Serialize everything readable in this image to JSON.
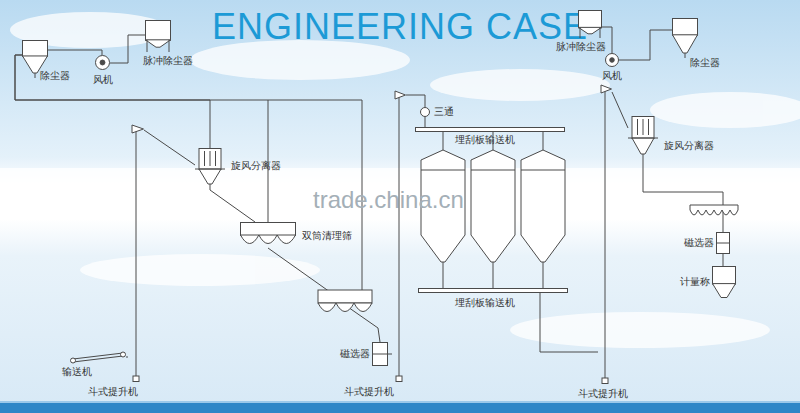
{
  "diagram": {
    "title": "ENGINEERING CASE",
    "nodes": [
      {
        "text": [
          "除尘器"
        ]
      },
      {
        "text": [
          "风机"
        ]
      },
      {
        "text": [
          "脉冲除尘器"
        ]
      },
      {
        "text": [
          "三通"
        ]
      },
      {
        "text": [
          "埋刮板输送机"
        ]
      },
      {
        "text": [
          "脉冲除尘器"
        ]
      },
      {
        "text": [
          "风机"
        ]
      },
      {
        "text": [
          "除尘器"
        ]
      },
      {
        "text": [
          "旋风分离器"
        ]
      },
      {
        "text": [
          "旋风分离器"
        ]
      },
      {
        "text": [
          "双筒清理筛"
        ]
      },
      {
        "text": [
          "磁选器"
        ]
      },
      {
        "text": [
          "计量称"
        ]
      },
      {
        "text": [
          "埋刮板输送机"
        ]
      },
      {
        "text": [
          "磁选器"
        ]
      },
      {
        "text": [
          "输送机"
        ]
      },
      {
        "text": [
          "斗式提升机"
        ]
      },
      {
        "text": [
          "斗式提升机"
        ]
      },
      {
        "text": [
          "斗式提升机"
        ]
      }
    ],
    "edges": [
      {
        "from": 0,
        "to": 1,
        "arrow": "none"
      },
      {
        "from": 1,
        "to": 2,
        "arrow": "none"
      },
      {
        "from": 5,
        "to": 6,
        "arrow": "none"
      },
      {
        "from": 6,
        "to": 7,
        "arrow": "none"
      },
      {
        "from": 15,
        "to": 16,
        "arrow": "none"
      },
      {
        "from": 16,
        "to": 8,
        "arrow": "none"
      },
      {
        "from": 8,
        "to": 10,
        "arrow": "none"
      },
      {
        "from": 8,
        "to": 0,
        "arrow": "none"
      },
      {
        "from": 10,
        "to": 0,
        "arrow": "none"
      },
      {
        "from": 10,
        "to": 14,
        "arrow": "none"
      },
      {
        "from": 14,
        "to": 17,
        "arrow": "none"
      },
      {
        "from": 17,
        "to": 3,
        "arrow": "none"
      },
      {
        "from": 3,
        "to": 4,
        "arrow": "none"
      },
      {
        "from": 13,
        "to": 18,
        "arrow": "none"
      },
      {
        "from": 18,
        "to": 9,
        "arrow": "none"
      },
      {
        "from": 9,
        "to": 11,
        "arrow": "none"
      },
      {
        "from": 11,
        "to": 12,
        "arrow": "none"
      }
    ],
    "labels": [
      "trade.china.cn"
    ]
  }
}
